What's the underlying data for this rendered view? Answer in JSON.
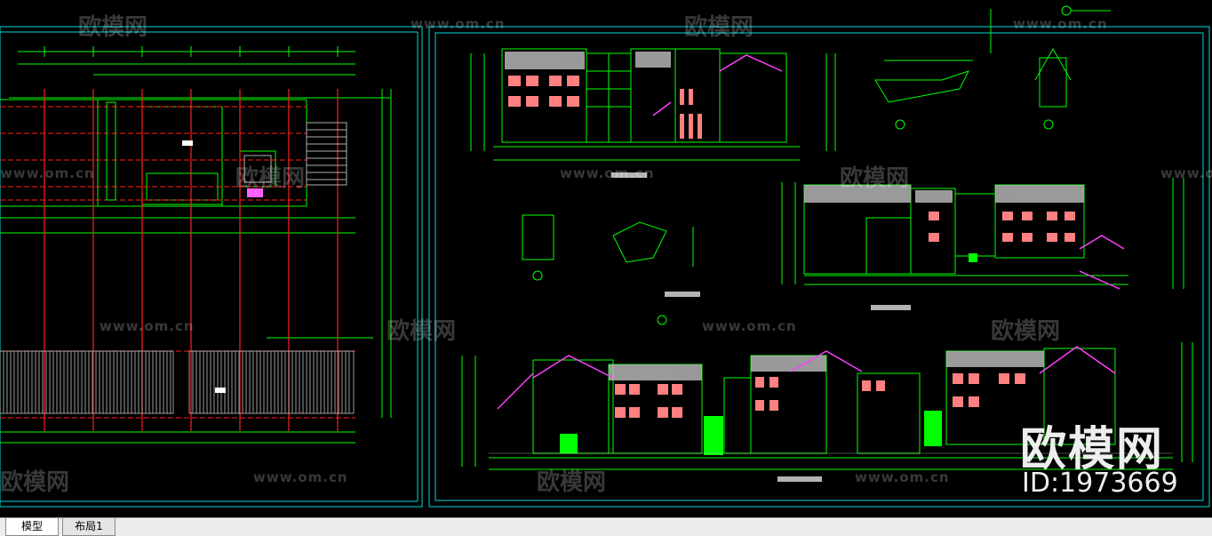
{
  "tabs": [
    {
      "label": "模型",
      "active": true
    },
    {
      "label": "布局1",
      "active": false
    }
  ],
  "watermarks": {
    "logo_text": "欧模网",
    "url_text": "www.om.cn"
  },
  "brand": {
    "logo_text": "欧模网",
    "id_text": "ID:1973669"
  },
  "colors": {
    "background": "#000000",
    "frame": "#00e5e5",
    "line_primary": "#00ff00",
    "axis_red": "#ff2020",
    "window_pink": "#ff8080",
    "hatch_gray": "#b0b0b0",
    "tab_bar": "#ececec"
  }
}
